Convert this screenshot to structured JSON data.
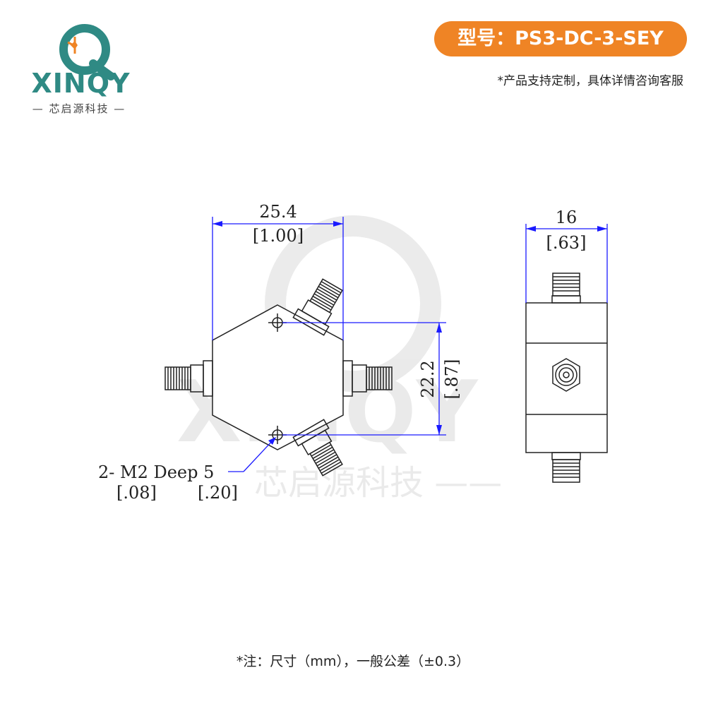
{
  "brand": {
    "name": "XINQY",
    "tagline": "— 芯启源科技 —",
    "watermark_name": "XINQY",
    "watermark_tagline": "芯启源科技 ——"
  },
  "header": {
    "model_label": "型号：PS3-DC-3-SEY",
    "custom_note": "*产品支持定制，具体详情咨询客服"
  },
  "drawing": {
    "width_mm": "25.4",
    "width_in": "[1.00]",
    "hole_spacing_mm": "22.2",
    "hole_spacing_in": "[.87]",
    "side_width_mm": "16",
    "side_width_in": "[.63]",
    "hole_note_line1": "2- M2 Deep 5",
    "hole_note_in_a": "[.08]",
    "hole_note_in_b": "[.20]"
  },
  "footer": {
    "note": "*注：尺寸（mm），一般公差（±0.3）"
  },
  "colors": {
    "accent": "#ef8425",
    "brand_teal": "#2f8a84",
    "dimension_blue": "#1a1aff"
  }
}
